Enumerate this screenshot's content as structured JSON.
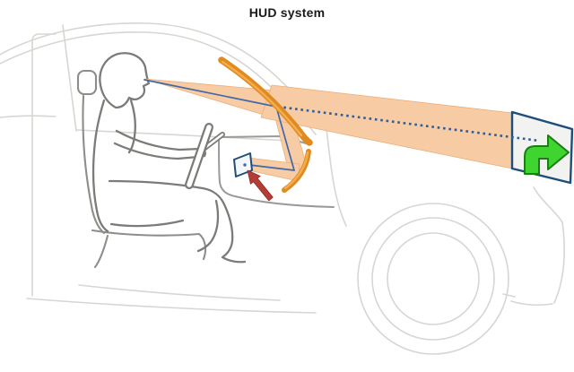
{
  "title": "HUD system",
  "diagram": {
    "scene": "car-side-view-with-driver",
    "icons": {
      "virtual_image_icon": "turn-right-arrow",
      "pointer_icon": "red-pointer-arrow",
      "projector_icon": "hud-projector-unit",
      "mirror_icon": "curved-hud-mirror",
      "windshield_icon": "windshield-combiner"
    }
  },
  "colors": {
    "title_text": "#1a1a1a",
    "car_outline": "#d8d6d2",
    "dash_outline": "#9c9a97",
    "seat_outline": "#8f8d8a",
    "driver_outline": "#7d7b78",
    "beam_fill": "#f7cba3",
    "beam_edge": "#eeae78",
    "combiner_orange": "#e08a20",
    "combiner_highlight": "#f4ae4e",
    "ray_blue": "#3f69a8",
    "dotted_ray_blue": "#2e5d9f",
    "panel_fill": "#f2f2f0",
    "panel_border": "#1f4e79",
    "arrow_green_fill": "#3fd42f",
    "arrow_green_border": "#1c7d17",
    "projector_fill": "#f4f7fb",
    "projector_border": "#1f4e79",
    "pointer_red": "#b53c35",
    "pointer_red_dark": "#8e2b27"
  }
}
